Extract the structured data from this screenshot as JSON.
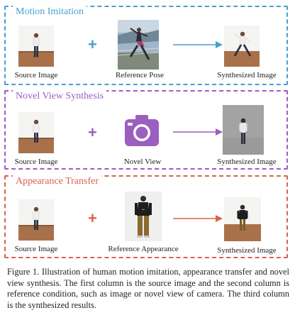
{
  "colors": {
    "panel1": "#4a9fcf",
    "panel2": "#9b5fc0",
    "panel3": "#d9634e"
  },
  "panels": [
    {
      "title": "Motion Imitation",
      "source_label": "Source Image",
      "condition_label": "Reference Pose",
      "result_label": "Synthesized Image"
    },
    {
      "title": "Novel View Synthesis",
      "source_label": "Source Image",
      "condition_label": "Novel View",
      "condition_icon": "camera-icon",
      "result_label": "Synthesized Image"
    },
    {
      "title": "Appearance Transfer",
      "source_label": "Source Image",
      "condition_label": "Reference Appearance",
      "result_label": "Synthesized Image"
    }
  ],
  "figure_caption": "Figure 1. Illustration of human motion imitation, appearance transfer and novel view synthesis. The first column is the source image and the second column is reference condition, such as image or novel view of camera. The third column is the synthesized results."
}
